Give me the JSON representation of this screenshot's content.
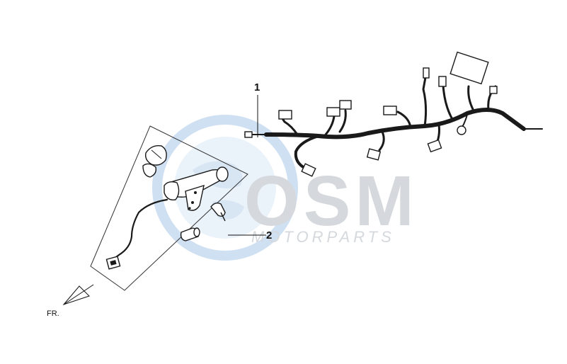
{
  "watermark": {
    "brand": "OSM",
    "tagline": "MOTORPARTS"
  },
  "callouts": [
    {
      "label": "1"
    },
    {
      "label": "2"
    }
  ],
  "direction": {
    "label": "FR."
  },
  "icons": [
    "globe-watermark-icon",
    "ignition-switch-icon",
    "key-icon",
    "connector-icon",
    "wiring-harness-icon",
    "front-direction-arrow-icon"
  ]
}
